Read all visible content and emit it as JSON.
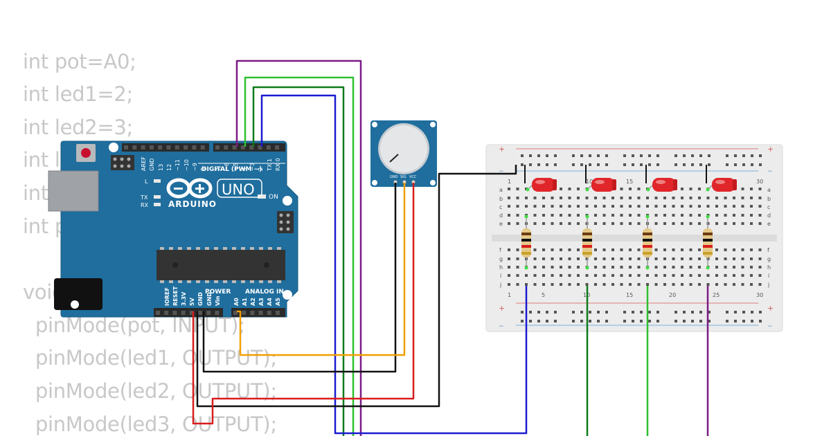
{
  "code": {
    "lines": [
      "int pot=A0;",
      "int led1=2;",
      "int led2=3;",
      "int led3=4;",
      "int led4=5;",
      "int pot_value;",
      "",
      "void setup() {",
      "  pinMode(pot, INPUT);",
      "  pinMode(led1, OUTPUT);",
      "  pinMode(led2, OUTPUT);",
      "  pinMode(led3, OUTPUT);"
    ]
  },
  "arduino": {
    "brand": "ARDUINO",
    "model": "UNO",
    "digital_header": "DIGITAL (PWM ~)",
    "power_header": "POWER",
    "analog_header": "ANALOG IN",
    "on_label": "ON",
    "l_label": "L",
    "tx_label": "TX",
    "rx_label": "RX",
    "top_pins": [
      "AREF",
      "GND",
      "13",
      "12",
      "~11",
      "~10",
      "~9",
      "8",
      "7",
      "~6",
      "~5",
      "4",
      "~3",
      "2",
      "TX 1",
      "RX 0"
    ],
    "power_pins": [
      "IOREF",
      "RESET",
      "3.3V",
      "5V",
      "GND",
      "GND",
      "Vin"
    ],
    "analog_pins": [
      "A0",
      "A1",
      "A2",
      "A3",
      "A4",
      "A5"
    ],
    "board_color": "#1f6e9e"
  },
  "potentiometer": {
    "pins": [
      "GND",
      "SIG",
      "VCC"
    ],
    "board_color": "#1f6e9e"
  },
  "breadboard": {
    "column_numbers": [
      "1",
      "5",
      "10",
      "15",
      "20",
      "25",
      "30"
    ],
    "row_letters_top": [
      "a",
      "b",
      "c",
      "d",
      "e"
    ],
    "row_letters_bottom": [
      "f",
      "g",
      "h",
      "i",
      "j"
    ],
    "rail_plus": "+",
    "rail_minus": "−"
  },
  "wire_colors": {
    "purple": "#7a1a86",
    "green": "#2ec02e",
    "dark_green": "#0c7a1a",
    "blue": "#1a1ad0",
    "black": "#111111",
    "orange": "#f0a000",
    "red": "#d81c1c"
  }
}
